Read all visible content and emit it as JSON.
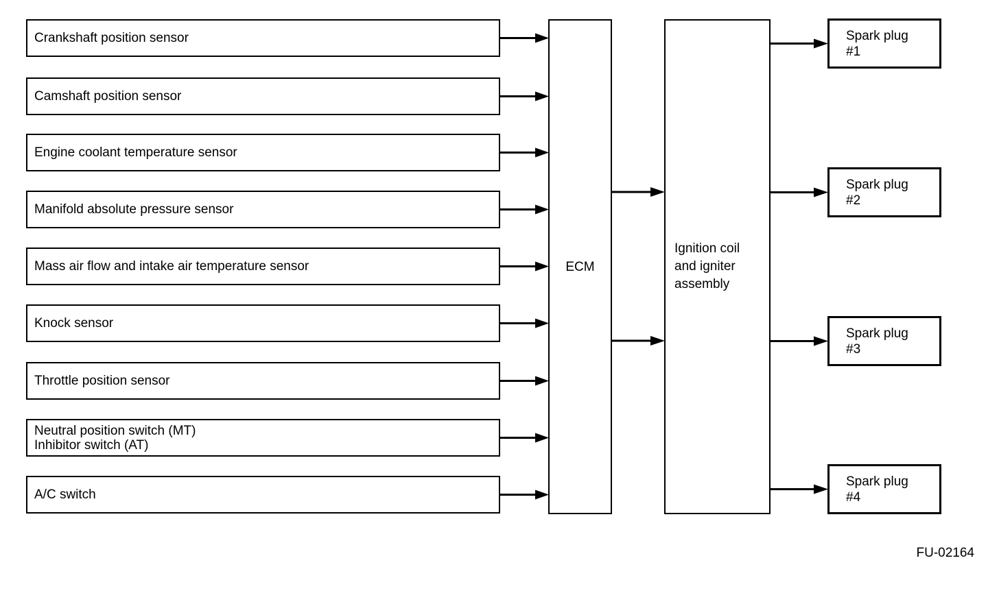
{
  "diagram": {
    "title_hint": "ECM ignition system block diagram",
    "colors": {
      "line": "#000000",
      "background": "#ffffff",
      "text": "#000000"
    },
    "inputs": [
      {
        "label": "Crankshaft position sensor"
      },
      {
        "label": "Camshaft position sensor"
      },
      {
        "label": "Engine coolant temperature sensor"
      },
      {
        "label": "Manifold absolute pressure sensor"
      },
      {
        "label": "Mass air flow and intake air temperature sensor"
      },
      {
        "label": "Knock sensor"
      },
      {
        "label": "Throttle position sensor"
      },
      {
        "label": "Neutral position switch (MT)\nInhibitor switch (AT)"
      },
      {
        "label": "A/C switch"
      }
    ],
    "ecm": {
      "label": "ECM"
    },
    "ignition": {
      "label": "Ignition coil\nand igniter\nassembly"
    },
    "outputs": [
      {
        "label": "Spark plug\n#1"
      },
      {
        "label": "Spark plug\n#2"
      },
      {
        "label": "Spark plug\n#3"
      },
      {
        "label": "Spark plug\n#4"
      }
    ],
    "figure_id": "FU-02164",
    "connections": [
      {
        "from": "Crankshaft position sensor",
        "to": "ECM"
      },
      {
        "from": "Camshaft position sensor",
        "to": "ECM"
      },
      {
        "from": "Engine coolant temperature sensor",
        "to": "ECM"
      },
      {
        "from": "Manifold absolute pressure sensor",
        "to": "ECM"
      },
      {
        "from": "Mass air flow and intake air temperature sensor",
        "to": "ECM"
      },
      {
        "from": "Knock sensor",
        "to": "ECM"
      },
      {
        "from": "Throttle position sensor",
        "to": "ECM"
      },
      {
        "from": "Neutral position switch (MT) / Inhibitor switch (AT)",
        "to": "ECM"
      },
      {
        "from": "A/C switch",
        "to": "ECM"
      },
      {
        "from": "ECM",
        "to": "Ignition coil and igniter assembly"
      },
      {
        "from": "ECM",
        "to": "Ignition coil and igniter assembly"
      },
      {
        "from": "Ignition coil and igniter assembly",
        "to": "Spark plug #1"
      },
      {
        "from": "Ignition coil and igniter assembly",
        "to": "Spark plug #2"
      },
      {
        "from": "Ignition coil and igniter assembly",
        "to": "Spark plug #3"
      },
      {
        "from": "Ignition coil and igniter assembly",
        "to": "Spark plug #4"
      }
    ]
  }
}
